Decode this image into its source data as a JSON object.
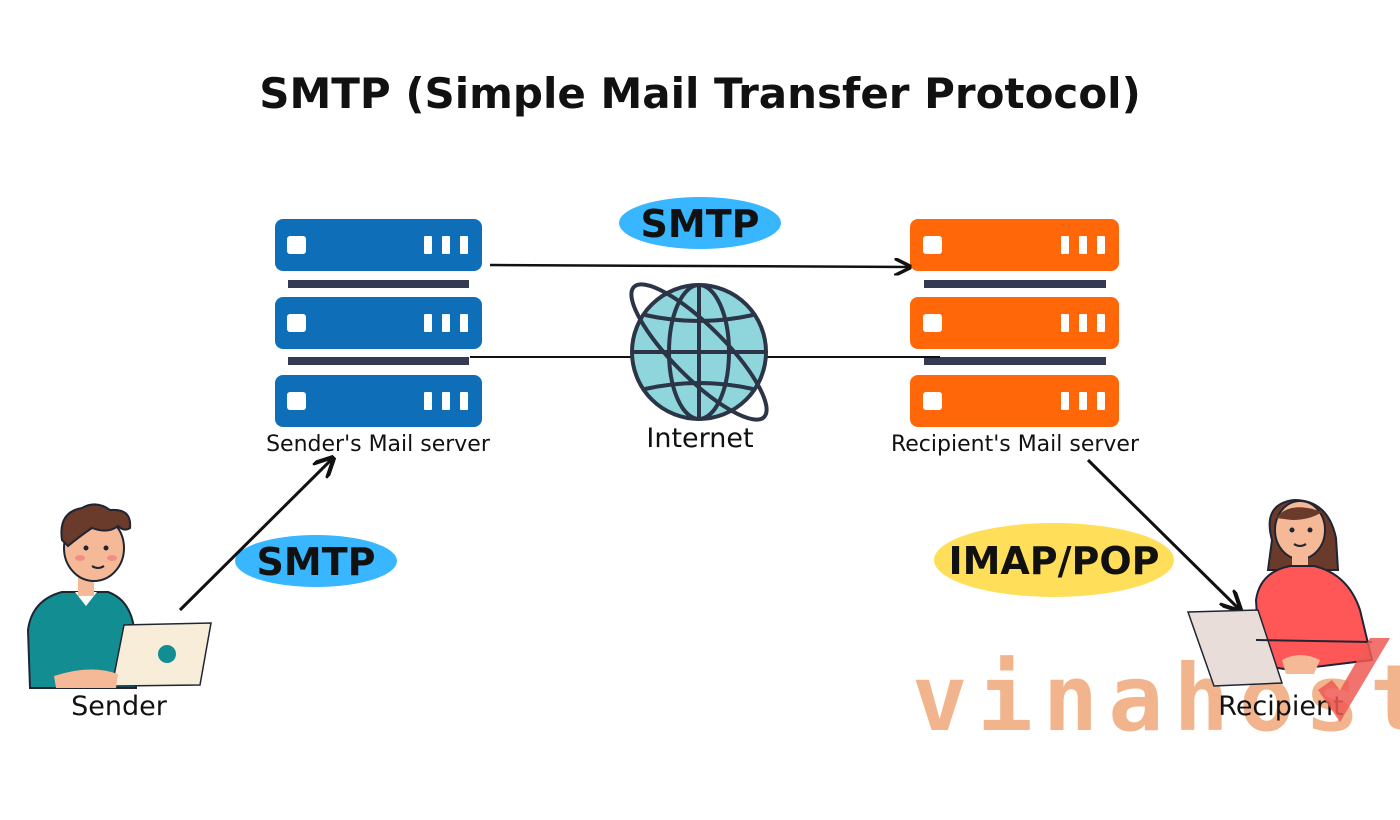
{
  "title": "SMTP (Simple Mail Transfer Protocol)",
  "nodes": {
    "sender_server": "Sender's Mail server",
    "recipient_server": "Recipient's Mail server",
    "internet": "Internet",
    "sender": "Sender",
    "recipient": "Recipient"
  },
  "protocols": {
    "server_to_server": "SMTP",
    "sender_to_server": "SMTP",
    "server_to_recipient": "IMAP/POP"
  },
  "watermark": "vinahost.vn",
  "colors": {
    "sender_server": "#0e6fb8",
    "recipient_server": "#ff6708",
    "smtp_pill": "#38b6ff",
    "imap_pill": "#ffde59",
    "globe": "#8fd6dc",
    "line": "#111111"
  },
  "icons": {
    "sender_server": "server-stack-icon",
    "recipient_server": "server-stack-icon",
    "internet": "globe-icon",
    "sender": "person-with-laptop-icon",
    "recipient": "person-with-laptop-icon"
  }
}
